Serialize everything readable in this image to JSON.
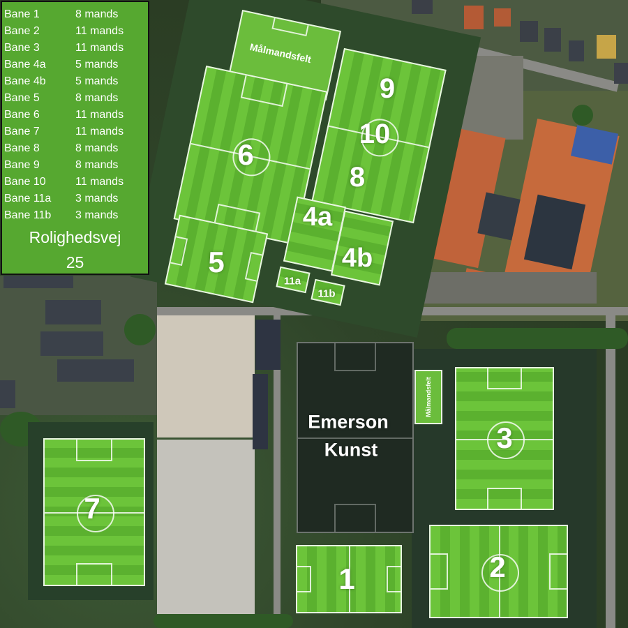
{
  "legend": {
    "rows": [
      {
        "name": "Bane 1",
        "size": "8 mands"
      },
      {
        "name": "Bane 2",
        "size": "11 mands"
      },
      {
        "name": "Bane 3",
        "size": "11 mands"
      },
      {
        "name": "Bane 4a",
        "size": "5 mands"
      },
      {
        "name": "Bane 4b",
        "size": "5 mands"
      },
      {
        "name": "Bane 5",
        "size": "8 mands"
      },
      {
        "name": "Bane 6",
        "size": "11 mands"
      },
      {
        "name": "Bane 7",
        "size": "11 mands"
      },
      {
        "name": "Bane 8",
        "size": "8 mands"
      },
      {
        "name": "Bane 9",
        "size": "8 mands"
      },
      {
        "name": "Bane 10",
        "size": "11 mands"
      },
      {
        "name": "Bane 11a",
        "size": "3 mands"
      },
      {
        "name": "Bane 11b",
        "size": "3 mands"
      }
    ],
    "address_line1": "Rolighedsvej",
    "address_line2": "25"
  },
  "pitches": {
    "p1": "1",
    "p2": "2",
    "p3": "3",
    "p4a": "4a",
    "p4b": "4b",
    "p5": "5",
    "p6": "6",
    "p7": "7",
    "p8": "8",
    "p9": "9",
    "p10": "10",
    "p11a": "11a",
    "p11b": "11b"
  },
  "labels": {
    "goalkeeper_top": "Målmandsfelt",
    "goalkeeper_small": "Målmandsfelt",
    "artificial_line1": "Emerson",
    "artificial_line2": "Kunst"
  },
  "colors": {
    "legend_bg": "#56a830",
    "pitch_green": "#6cc43a",
    "artificial_dark": "#1f2a22",
    "roof_orange": "#c0633a"
  }
}
